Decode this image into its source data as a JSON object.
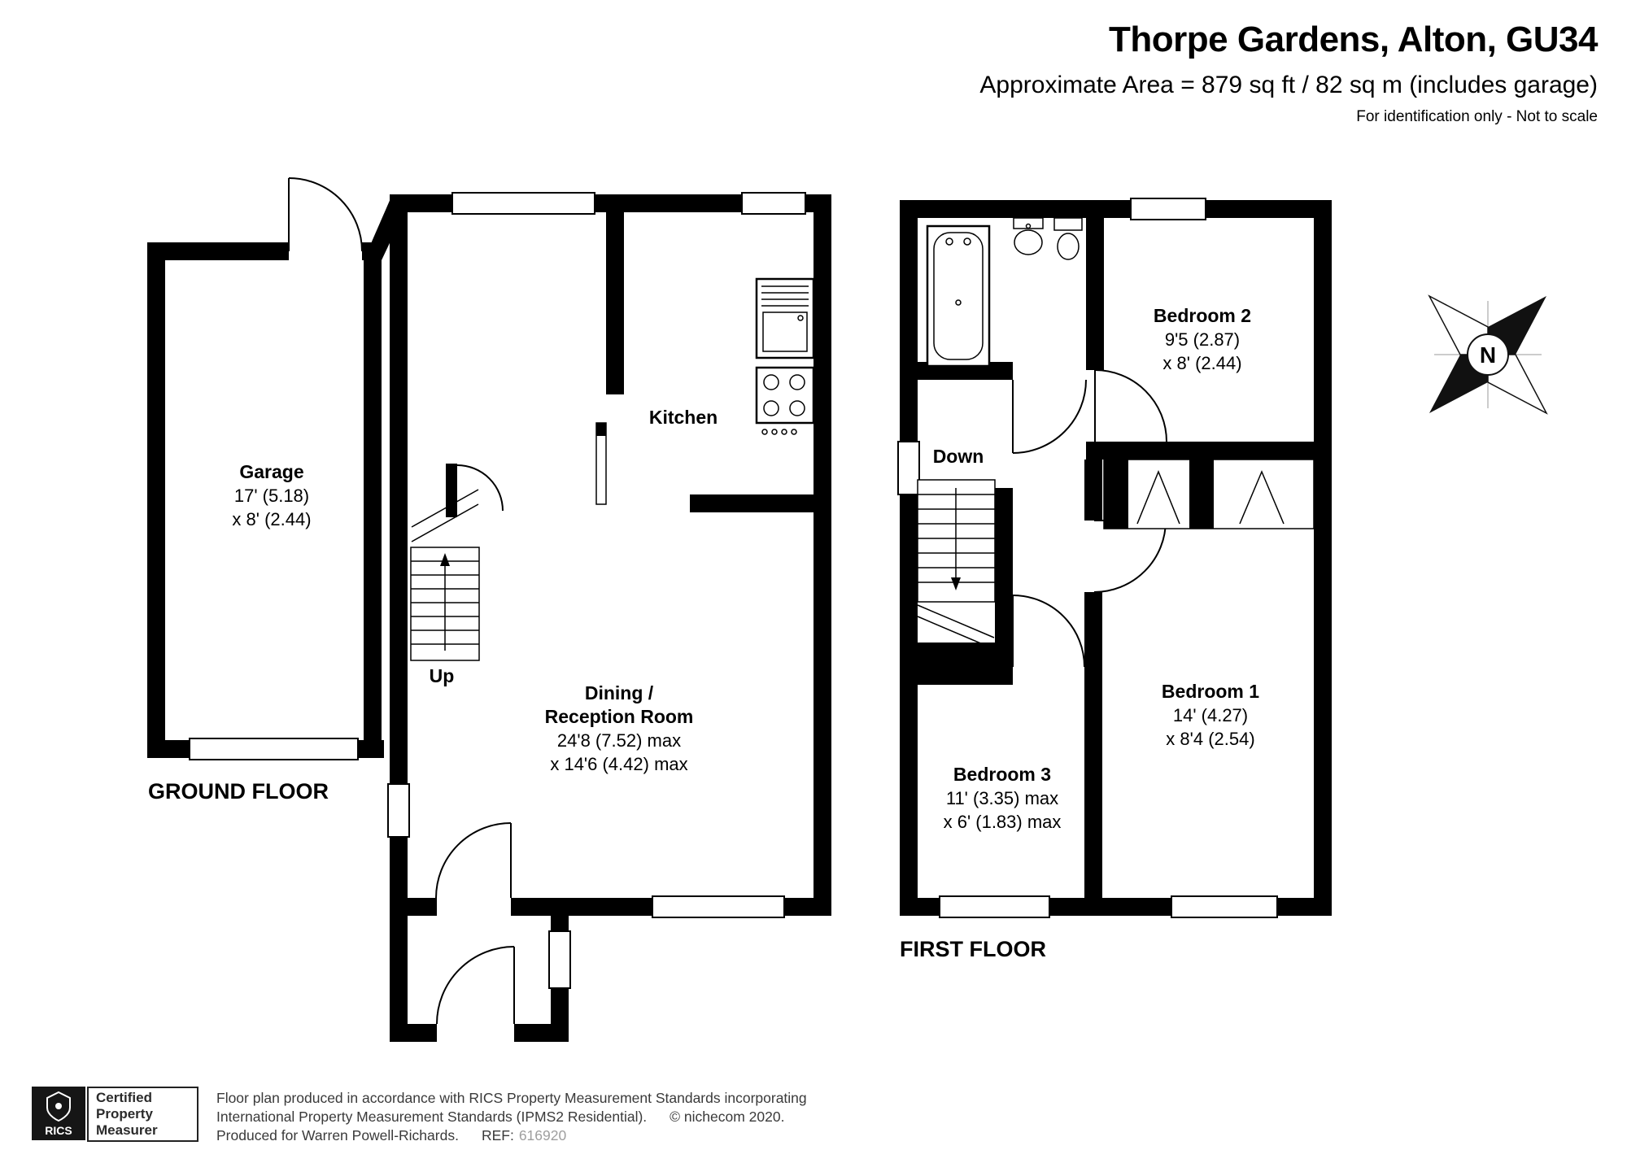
{
  "header": {
    "title": "Thorpe Gardens, Alton, GU34",
    "area_line": "Approximate Area = 879 sq ft / 82 sq m (includes garage)",
    "disclaimer": "For identification only - Not to scale"
  },
  "floors": {
    "ground": {
      "label": "GROUND FLOOR",
      "rooms": {
        "garage": {
          "name": "Garage",
          "dim1": "17' (5.18)",
          "dim2": "x 8' (2.44)"
        },
        "kitchen": {
          "name": "Kitchen"
        },
        "dining": {
          "name_line1": "Dining /",
          "name_line2": "Reception Room",
          "dim1": "24'8 (7.52) max",
          "dim2": "x 14'6 (4.42) max"
        },
        "stairs": {
          "label": "Up"
        }
      }
    },
    "first": {
      "label": "FIRST FLOOR",
      "rooms": {
        "bedroom1": {
          "name": "Bedroom 1",
          "dim1": "14' (4.27)",
          "dim2": "x 8'4 (2.54)"
        },
        "bedroom2": {
          "name": "Bedroom 2",
          "dim1": "9'5 (2.87)",
          "dim2": "x 8' (2.44)"
        },
        "bedroom3": {
          "name": "Bedroom 3",
          "dim1": "11' (3.35) max",
          "dim2": "x 6' (1.83) max"
        },
        "stairs": {
          "label": "Down"
        }
      }
    }
  },
  "compass": {
    "north_label": "N"
  },
  "footer": {
    "rics_logo_text": "RICS",
    "badge_line1": "Certified",
    "badge_line2": "Property",
    "badge_line3": "Measurer",
    "line1": "Floor plan produced in accordance with RICS Property Measurement Standards incorporating",
    "line2": "International Property Measurement Standards (IPMS2 Residential).",
    "copyright": "© nichecom 2020.",
    "line3": "Produced for Warren Powell-Richards.",
    "ref_label": "REF:",
    "ref_value": "616920"
  },
  "colors": {
    "wall": "#000000",
    "text": "#000000",
    "footer_text": "#3a3a3a",
    "ref_muted": "#9e9e9e"
  }
}
